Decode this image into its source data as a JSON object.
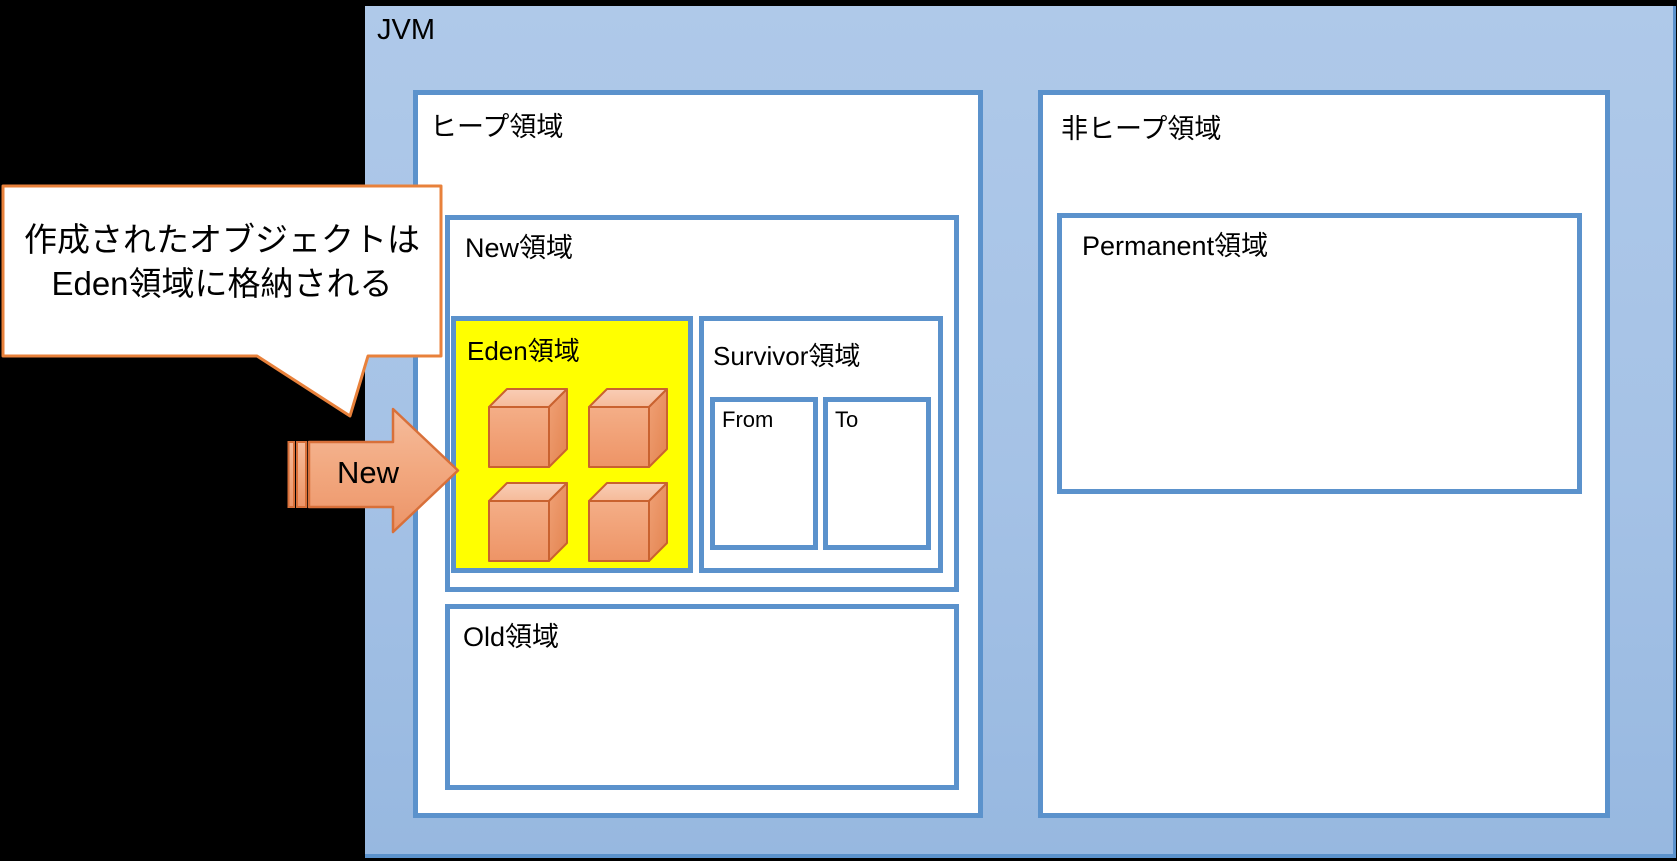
{
  "jvm": {
    "label": "JVM"
  },
  "heap": {
    "label": "ヒープ領域",
    "new_area": {
      "label": "New領域",
      "eden": {
        "label": "Eden領域",
        "object_count": 4
      },
      "survivor": {
        "label": "Survivor領域",
        "from_label": "From",
        "to_label": "To"
      }
    },
    "old_area": {
      "label": "Old領域"
    }
  },
  "non_heap": {
    "label": "非ヒープ領域",
    "permanent": {
      "label": "Permanent領域"
    }
  },
  "callout": {
    "line1": "作成されたオブジェクトは",
    "line2": "Eden領域に格納される"
  },
  "new_arrow": {
    "label": "New"
  },
  "colors": {
    "background": "#000000",
    "jvm_fill_top": "#AFC9E9",
    "jvm_fill_bottom": "#97B8E0",
    "box_border_blue": "#5B92CC",
    "box_fill": "#FFFFFF",
    "eden_fill": "#FFFF00",
    "cube_front": "#F2A67E",
    "cube_top": "#F7C4A8",
    "cube_side": "#E88C5E",
    "cube_border": "#C9622F",
    "arrow_fill_top": "#F6BC9C",
    "arrow_fill_bottom": "#EC9468",
    "arrow_border": "#D8703A",
    "callout_border": "#E8813B",
    "text": "#000000"
  }
}
